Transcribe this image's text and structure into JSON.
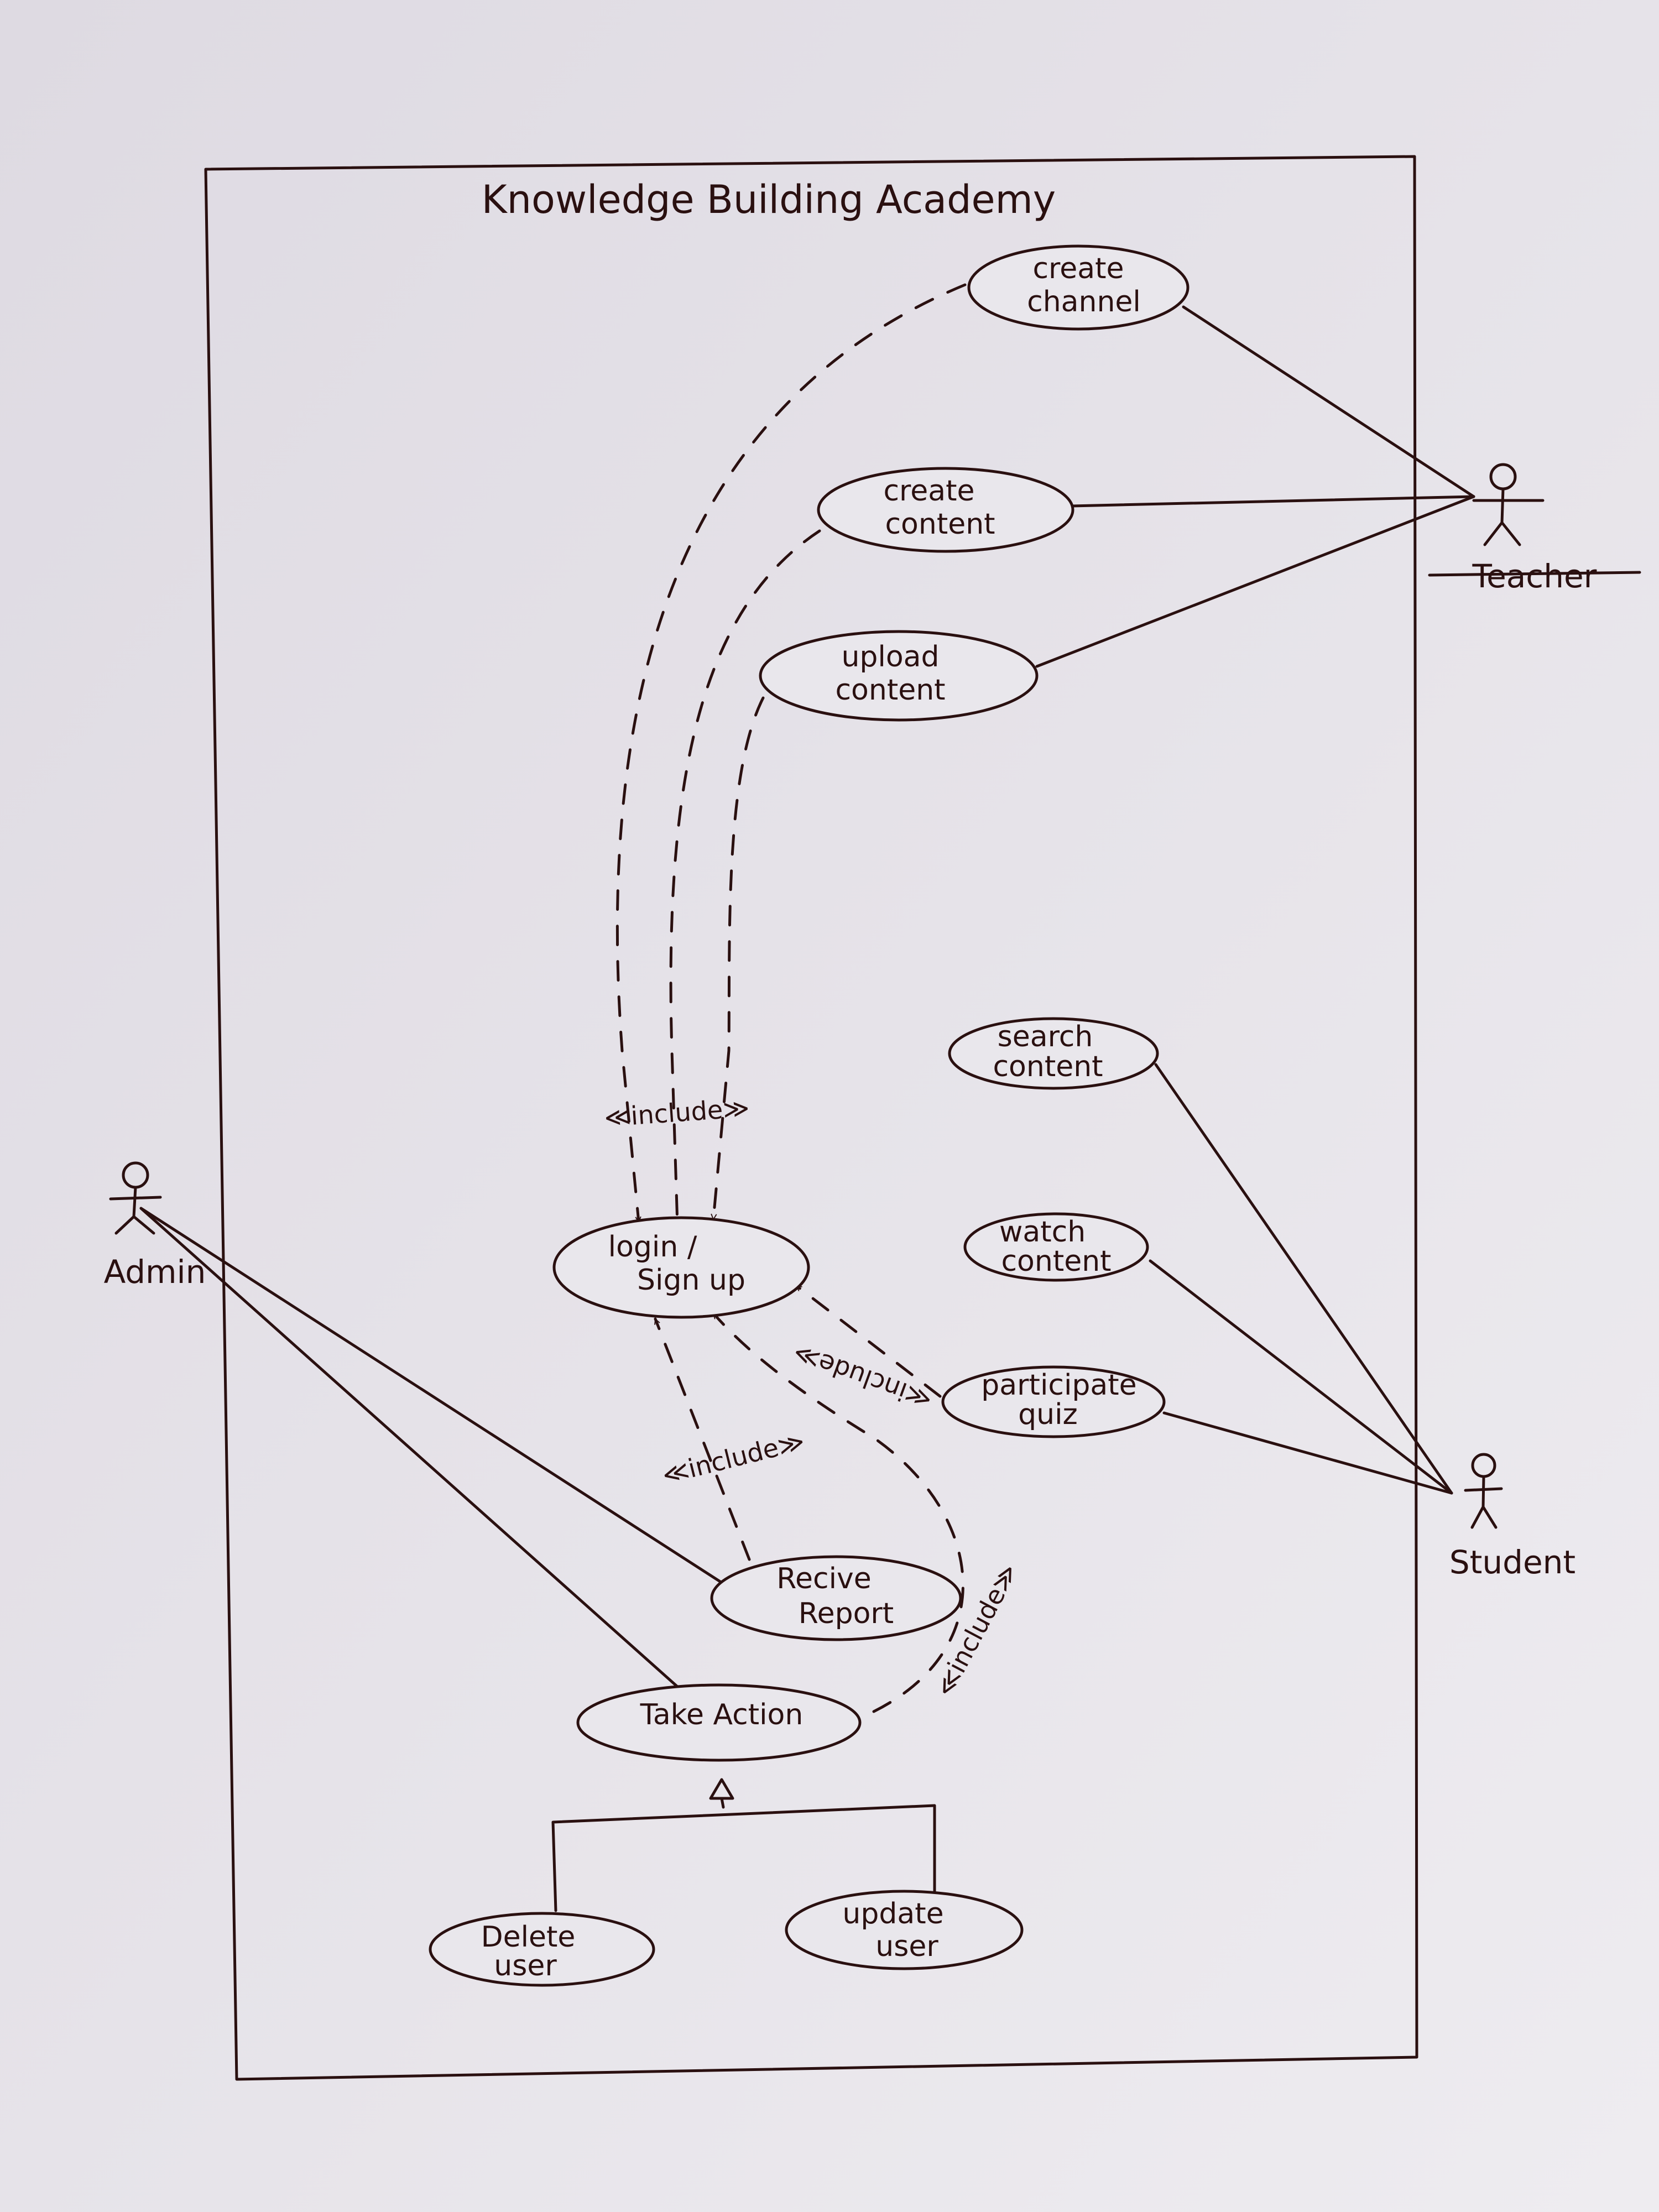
{
  "system": {
    "title": "Knowledge Building Academy"
  },
  "actors": {
    "teacher": "Teacher",
    "student": "Student",
    "admin": "Admin"
  },
  "use_cases": {
    "create_channel": [
      "create",
      "channel"
    ],
    "create_content": [
      "create",
      "content"
    ],
    "upload_content": [
      "upload",
      "content"
    ],
    "search_content": [
      "search",
      "content"
    ],
    "watch_content": [
      "watch",
      "content"
    ],
    "participate_quiz": [
      "participate",
      "quiz"
    ],
    "login_signup": [
      "login /",
      "Sign up"
    ],
    "receive_report": [
      "Recive",
      "Report"
    ],
    "take_action": [
      "Take Action"
    ],
    "delete_user": [
      "Delete",
      "user"
    ],
    "update_user": [
      "update",
      "user"
    ]
  },
  "stereotypes": {
    "include_top": "≪include≫",
    "include_quiz": "≪include≫",
    "include_report": "≪include≫",
    "include_action": "≪include≫"
  },
  "colors": {
    "paper": "#e9e7ec",
    "ink": "#2a1010",
    "background": "#c9c5cc"
  }
}
